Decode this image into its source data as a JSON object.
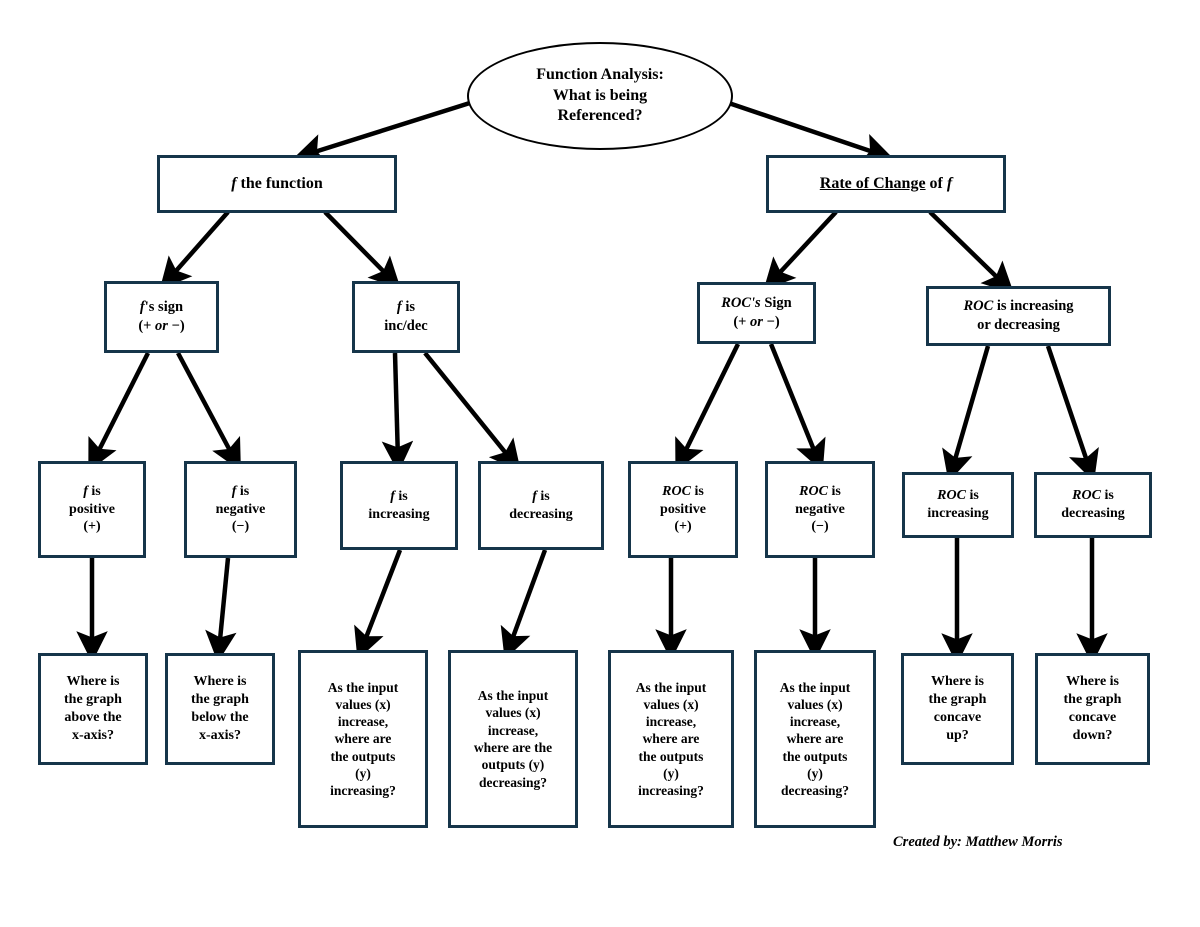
{
  "title": "Function Analysis: What is being Referenced?",
  "credit": "Created by: Matthew Morris",
  "colors": {
    "box_border": "#16354a",
    "root_border": "#000000",
    "arrow": "#000000",
    "background": "#ffffff",
    "text": "#000000"
  },
  "root": {
    "id": "root",
    "label": "Function Analysis:\nWhat is being\nReferenced?"
  },
  "level2": [
    {
      "id": "f-function",
      "label": "f the function"
    },
    {
      "id": "rate-of-change",
      "label": "Rate of Change of f"
    }
  ],
  "level3": [
    {
      "id": "f-sign",
      "label": "f's sign\n(+ or −)"
    },
    {
      "id": "f-inc-dec",
      "label": "f is\ninc/dec"
    },
    {
      "id": "roc-sign",
      "label": "ROC's Sign\n(+ or −)"
    },
    {
      "id": "roc-inc-dec",
      "label": "ROC is increasing\nor decreasing"
    }
  ],
  "level4": [
    {
      "id": "f-positive",
      "label": "f is\npositive\n(+)"
    },
    {
      "id": "f-negative",
      "label": "f is\nnegative\n(−)"
    },
    {
      "id": "f-increasing",
      "label": "f is\nincreasing"
    },
    {
      "id": "f-decreasing",
      "label": "f is\ndecreasing"
    },
    {
      "id": "roc-positive",
      "label": "ROC is\npositive\n(+)"
    },
    {
      "id": "roc-negative",
      "label": "ROC is\nnegative\n(−)"
    },
    {
      "id": "roc-increasing",
      "label": "ROC is\nincreasing"
    },
    {
      "id": "roc-decreasing",
      "label": "ROC is\ndecreasing"
    }
  ],
  "level5": [
    {
      "id": "graph-above-x-axis",
      "label": "Where is\nthe graph\nabove the\nx-axis?"
    },
    {
      "id": "graph-below-x-axis",
      "label": "Where is\nthe graph\nbelow the\nx-axis?"
    },
    {
      "id": "outputs-y-increasing",
      "label": "As the input\nvalues (x)\nincrease,\nwhere are\nthe outputs\n(y)\nincreasing?"
    },
    {
      "id": "outputs-y-decreasing",
      "label": "As the input\nvalues (x)\nincrease,\nwhere are the\noutputs (y)\ndecreasing?"
    },
    {
      "id": "roc-outputs-y-increasing",
      "label": "As the input\nvalues (x)\nincrease,\nwhere are\nthe outputs\n(y)\nincreasing?"
    },
    {
      "id": "roc-outputs-y-decreasing",
      "label": "As the input\nvalues (x)\nincrease,\nwhere are\nthe outputs\n(y)\ndecreasing?"
    },
    {
      "id": "concave-up",
      "label": "Where is\nthe graph\nconcave\nup?"
    },
    {
      "id": "concave-down",
      "label": "Where is\nthe graph\nconcave\ndown?"
    }
  ],
  "edges": [
    {
      "from": "root",
      "to": "f-function"
    },
    {
      "from": "root",
      "to": "rate-of-change"
    },
    {
      "from": "f-function",
      "to": "f-sign"
    },
    {
      "from": "f-function",
      "to": "f-inc-dec"
    },
    {
      "from": "rate-of-change",
      "to": "roc-sign"
    },
    {
      "from": "rate-of-change",
      "to": "roc-inc-dec"
    },
    {
      "from": "f-sign",
      "to": "f-positive"
    },
    {
      "from": "f-sign",
      "to": "f-negative"
    },
    {
      "from": "f-inc-dec",
      "to": "f-increasing"
    },
    {
      "from": "f-inc-dec",
      "to": "f-decreasing"
    },
    {
      "from": "roc-sign",
      "to": "roc-positive"
    },
    {
      "from": "roc-sign",
      "to": "roc-negative"
    },
    {
      "from": "roc-inc-dec",
      "to": "roc-increasing"
    },
    {
      "from": "roc-inc-dec",
      "to": "roc-decreasing"
    },
    {
      "from": "f-positive",
      "to": "graph-above-x-axis"
    },
    {
      "from": "f-negative",
      "to": "graph-below-x-axis"
    },
    {
      "from": "f-increasing",
      "to": "outputs-y-increasing"
    },
    {
      "from": "f-decreasing",
      "to": "outputs-y-decreasing"
    },
    {
      "from": "roc-positive",
      "to": "roc-outputs-y-increasing"
    },
    {
      "from": "roc-negative",
      "to": "roc-outputs-y-decreasing"
    },
    {
      "from": "roc-increasing",
      "to": "concave-up"
    },
    {
      "from": "roc-decreasing",
      "to": "concave-down"
    }
  ]
}
